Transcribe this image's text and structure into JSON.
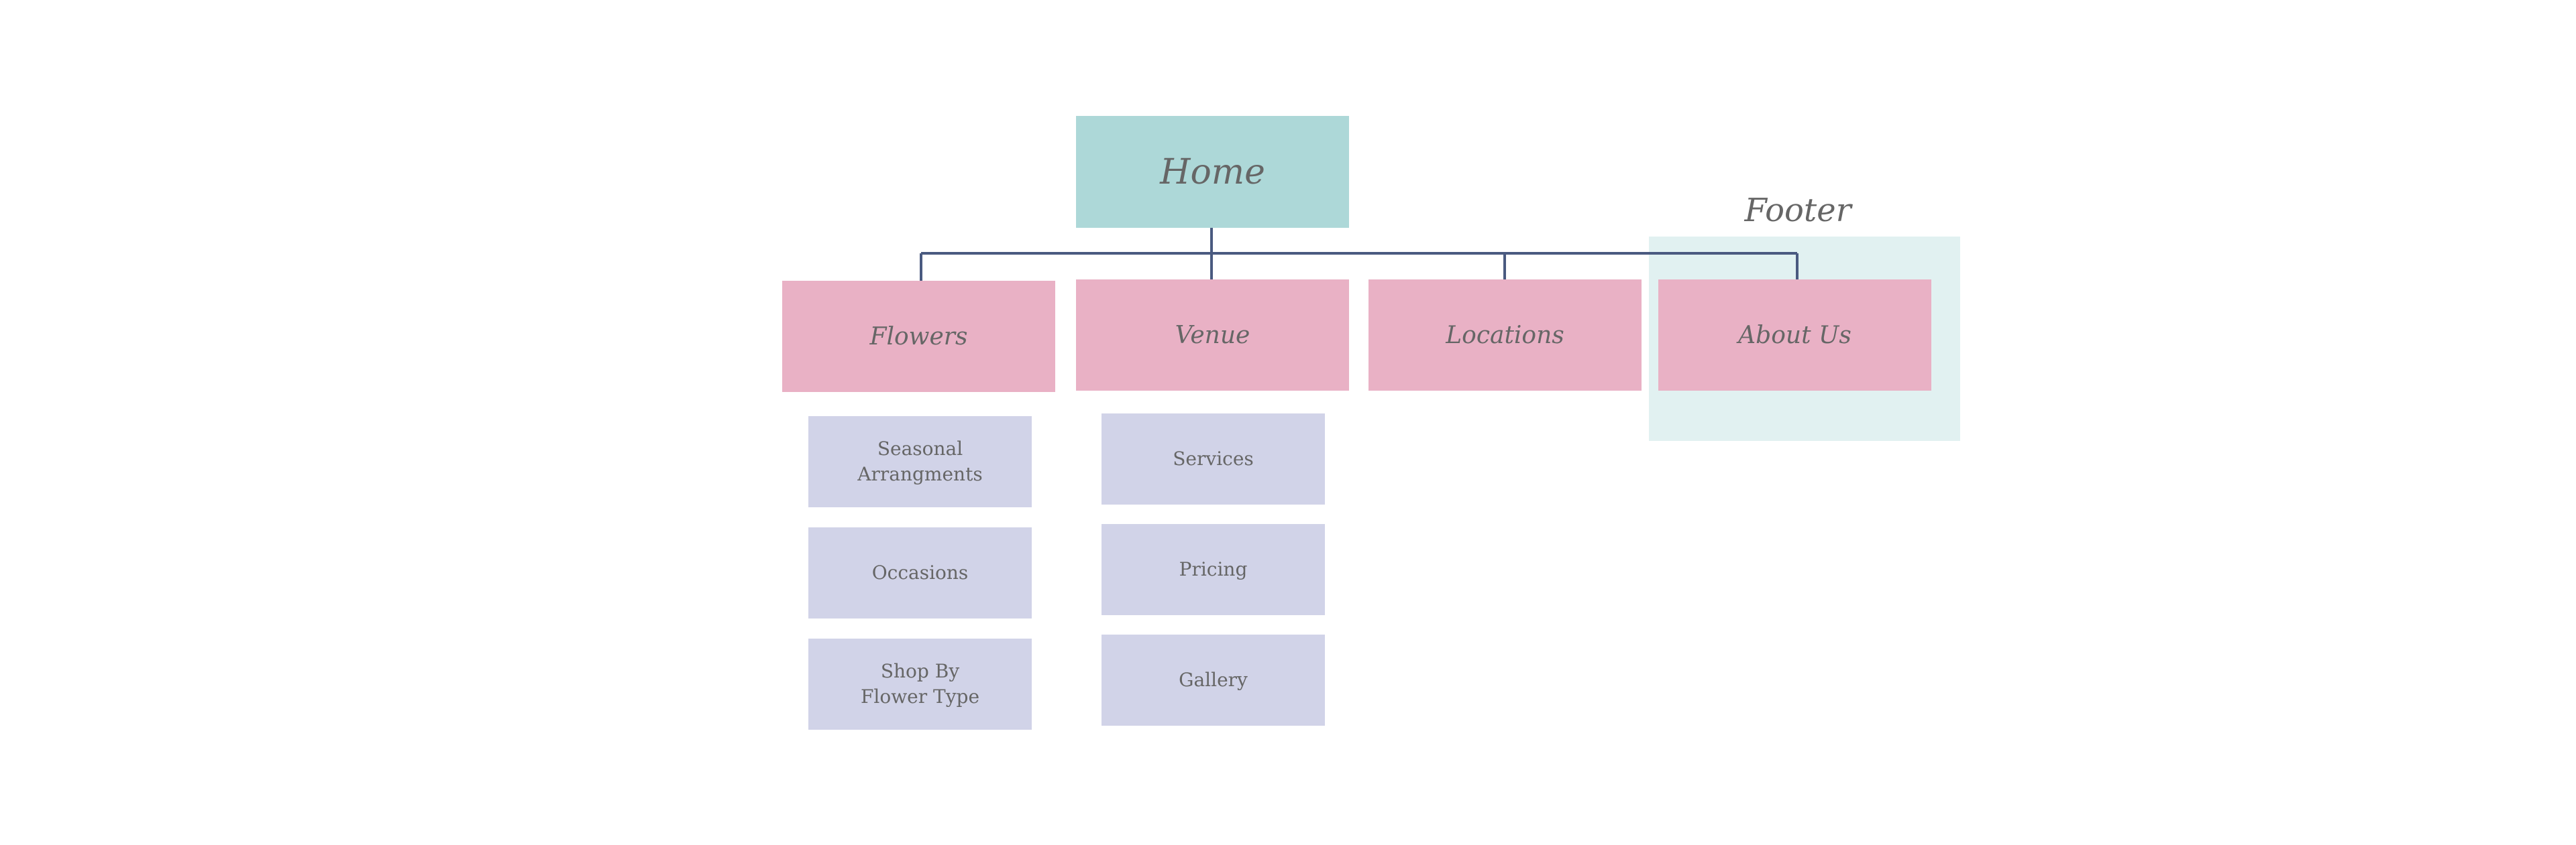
{
  "diagram": {
    "root": {
      "label": "Home"
    },
    "footer": {
      "label": "Footer"
    },
    "sections": [
      {
        "label": "Flowers",
        "pages": [
          "Seasonal\nArrangments",
          "Occasions",
          "Shop By\nFlower Type"
        ]
      },
      {
        "label": "Venue",
        "pages": [
          "Services",
          "Pricing",
          "Gallery"
        ]
      },
      {
        "label": "Locations",
        "pages": []
      },
      {
        "label": "About Us",
        "pages": []
      }
    ],
    "colors": {
      "root": "#add8d8",
      "section": "#e9b1c5",
      "page": "#d1d3e8",
      "footer_region": "#e1f1f1",
      "connector": "#4a5a80",
      "text": "#666666"
    }
  }
}
